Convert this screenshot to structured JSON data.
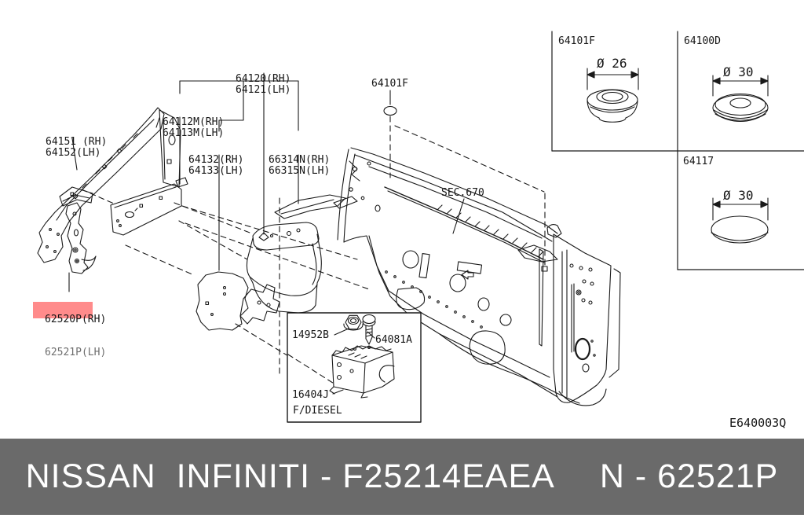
{
  "drawing_code": "E640003Q",
  "footer": {
    "brand_text": "NISSAN  INFINITI - F25214EAEA",
    "ref_text": "N - 62521P"
  },
  "highlight": {
    "color": "#ff8b8b",
    "part": "62521P"
  },
  "labels": {
    "ledge_assy_rh": "64120(RH)",
    "ledge_assy_lh": "64121(LH)",
    "ledge_front_rh": "64112M(RH)",
    "ledge_front_lh": "64113M(LH)",
    "hood_ledge_rh": "64151 (RH)",
    "hood_ledge_lh": "64152(LH)",
    "reinforce_rh": "64132(RH)",
    "reinforce_lh": "64133(LH)",
    "finisher_rh": "66314N(RH)",
    "finisher_lh": "66315N(LH)",
    "grommet": "64101F",
    "section": "SEC.670",
    "bracket_rh": "62520P(RH)",
    "bracket_lh": "62521P(LH)",
    "nut": "14952B",
    "bolt": "64081A",
    "reservoir_bracket": "16404J",
    "diesel_note": "F/DIESEL"
  },
  "insets": [
    {
      "part": "64101F",
      "diameter": "Ø 26"
    },
    {
      "part": "64100D",
      "diameter": "Ø 30"
    },
    {
      "part": "64117",
      "diameter": "Ø 30"
    }
  ]
}
